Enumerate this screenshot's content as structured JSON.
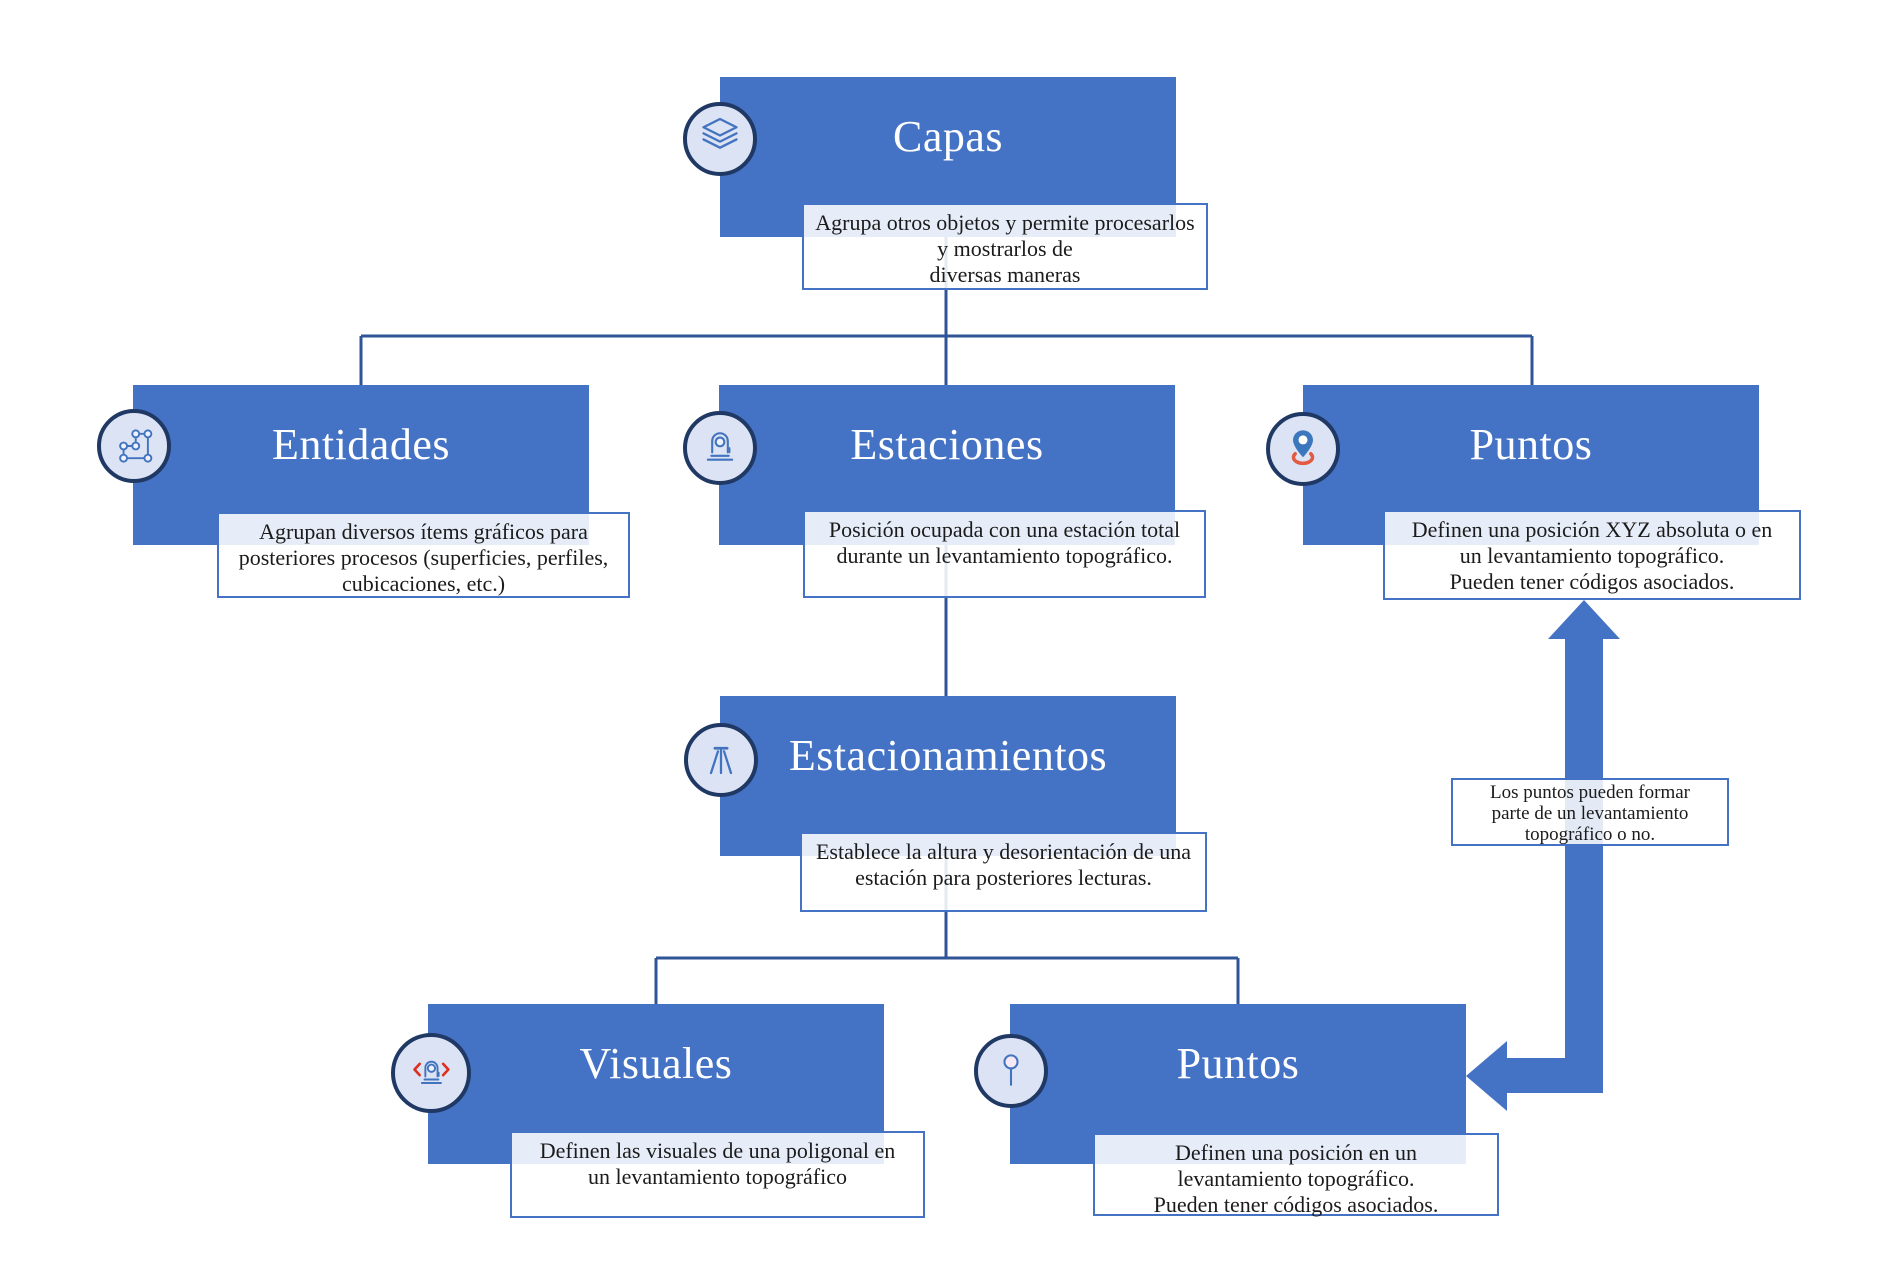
{
  "colors": {
    "box_blue": "#4472C4",
    "icon_ring_navy": "#1F3864",
    "icon_circle_fill": "#DCE3F4",
    "icon_glyph_blue": "#4273BE",
    "connector_blue": "#2F5597",
    "arrow_blue": "#4472C4",
    "accent_red": "#DD2E1F",
    "pin_base_red": "#E25A41",
    "text_dark": "#1b1b1b"
  },
  "nodes": {
    "capas": {
      "title": "Capas",
      "icon": "layers-icon",
      "desc": "Agrupa otros objetos y permite procesarlos\ny mostrarlos de\ndiversas maneras"
    },
    "entidades": {
      "title": "Entidades",
      "icon": "polygon-nodes-icon",
      "desc": "Agrupan diversos ítems gráficos para\nposteriores procesos (superficies, perfiles,\ncubicaciones, etc.)"
    },
    "estaciones": {
      "title": "Estaciones",
      "icon": "total-station-icon",
      "desc": "Posición ocupada con una estación total\ndurante un levantamiento topográfico."
    },
    "puntos": {
      "title": "Puntos",
      "icon": "map-pin-icon",
      "desc": "Definen una posición XYZ absoluta o en\nun levantamiento topográfico.\nPueden tener códigos asociados."
    },
    "estacionamientos": {
      "title": "Estacionamientos",
      "icon": "tripod-icon",
      "desc": "Establece la altura y desorientación de una\nestación para posteriores lecturas."
    },
    "visuales": {
      "title": "Visuales",
      "icon": "station-sight-icon",
      "desc": "Definen las visuales de una poligonal en\nun levantamiento topográfico"
    },
    "puntos_levantamiento": {
      "title": "Puntos",
      "icon": "survey-pin-icon",
      "desc": "Definen una posición en un\nlevantamiento topográfico.\nPueden tener códigos asociados."
    }
  },
  "annotation": {
    "text": "Los puntos pueden formar\nparte de un levantamiento\ntopográfico o no."
  }
}
